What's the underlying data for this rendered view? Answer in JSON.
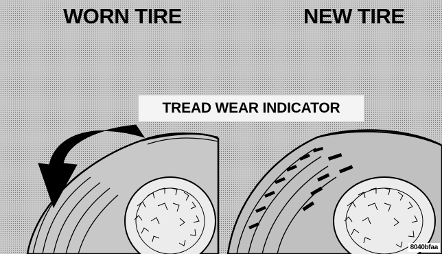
{
  "headings": {
    "worn": "WORN TIRE",
    "new": "NEW TIRE"
  },
  "callout": {
    "label": "TREAD WEAR INDICATOR"
  },
  "figure_code": "8040bfaa",
  "icons": [
    "worn-tire-icon",
    "new-tire-icon",
    "arrow-icon",
    "tread-wear-bars-icon"
  ],
  "colors": {
    "ink": "#000000",
    "background": "#dcdcdc",
    "label_background": "#f4f4f4"
  }
}
